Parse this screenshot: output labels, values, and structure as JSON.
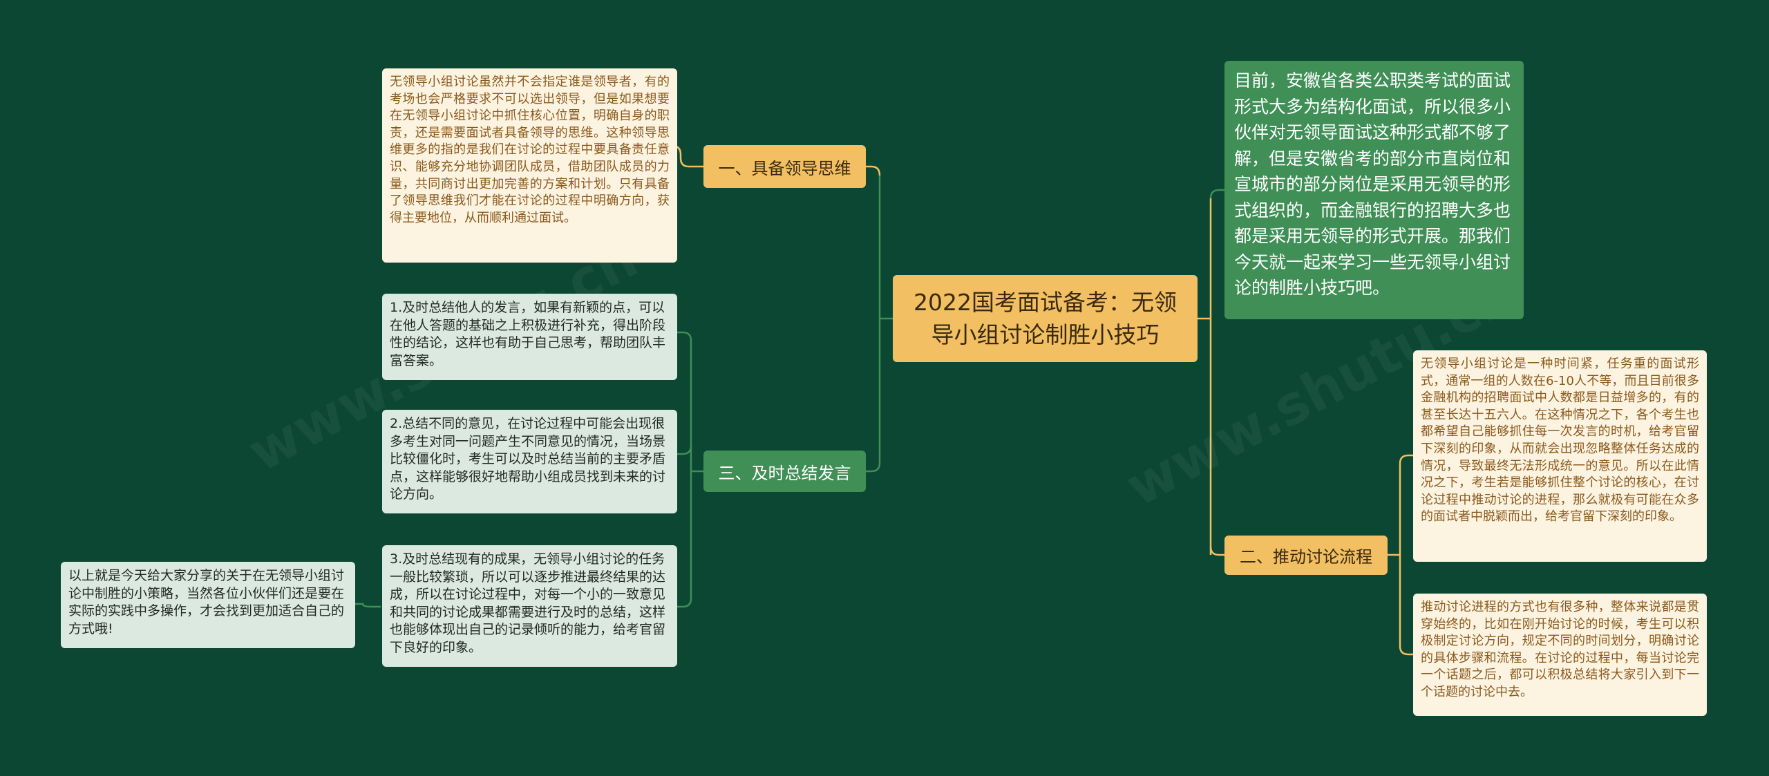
{
  "center": {
    "title": "2022国考面试备考：无领导小组讨论制胜小技巧"
  },
  "branches": {
    "leadership": {
      "label": "一、具备领导思维"
    },
    "push": {
      "label": "二、推动讨论流程"
    },
    "summary": {
      "label": "三、及时总结发言"
    }
  },
  "intro": {
    "text": "目前，安徽省各类公职类考试的面试形式大多为结构化面试，所以很多小伙伴对无领导面试这种形式都不够了解，但是安徽省考的部分市直岗位和宣城市的部分岗位是采用无领导的形式组织的，而金融银行的招聘大多也都是采用无领导的形式开展。那我们今天就一起来学习一些无领导小组讨论的制胜小技巧吧。"
  },
  "leadership_detail": {
    "text": "无领导小组讨论虽然并不会指定谁是领导者，有的考场也会严格要求不可以选出领导，但是如果想要在无领导小组讨论中抓住核心位置，明确自身的职责，还是需要面试者具备领导的思维。这种领导思维更多的指的是我们在讨论的过程中要具备责任意识、能够充分地协调团队成员，借助团队成员的力量，共同商讨出更加完善的方案和计划。只有具备了领导思维我们才能在讨论的过程中明确方向，获得主要地位，从而顺利通过面试。"
  },
  "summary_points": [
    {
      "text": "1.及时总结他人的发言，如果有新颖的点，可以在他人答题的基础之上积极进行补充，得出阶段性的结论，这样也有助于自己思考，帮助团队丰富答案。"
    },
    {
      "text": "2.总结不同的意见，在讨论过程中可能会出现很多考生对同一问题产生不同意见的情况，当场景比较僵化时，考生可以及时总结当前的主要矛盾点，这样能够很好地帮助小组成员找到未来的讨论方向。"
    },
    {
      "text": "3.及时总结现有的成果，无领导小组讨论的任务一般比较繁琐，所以可以逐步推进最终结果的达成，所以在讨论过程中，对每一个小的一致意见和共同的讨论成果都需要进行及时的总结，这样也能够体现出自己的记录倾听的能力，给考官留下良好的印象。"
    }
  ],
  "closing": {
    "text": "以上就是今天给大家分享的关于在无领导小组讨论中制胜的小策略，当然各位小伙伴们还是要在实际的实践中多操作，才会找到更加适合自己的方式哦!"
  },
  "push_points": [
    {
      "text": "无领导小组讨论是一种时间紧，任务重的面试形式，通常一组的人数在6-10人不等，而且目前很多金融机构的招聘面试中人数都是日益增多的，有的甚至长达十五六人。在这种情况之下，各个考生也都希望自己能够抓住每一次发言的时机，给考官留下深刻的印象，从而就会出现忽略整体任务达成的情况，导致最终无法形成统一的意见。所以在此情况之下，考生若是能够抓住整个讨论的核心，在讨论过程中推动讨论的进程，那么就极有可能在众多的面试者中脱颖而出，给考官留下深刻的印象。"
    },
    {
      "text": "推动讨论进程的方式也有很多种，整体来说都是贯穿始终的，比如在刚开始讨论的时候，考生可以积极制定讨论方向，规定不同的时间划分，明确讨论的具体步骤和流程。在讨论的过程中，每当讨论完一个话题之后，都可以积极总结将大家引入到下一个话题的讨论中去。"
    }
  ],
  "colors": {
    "background": "#0b4733",
    "orange": "#f2bf62",
    "green": "#3f8f56",
    "cream": "#fdf3e1",
    "light_green": "#dce9e0"
  }
}
